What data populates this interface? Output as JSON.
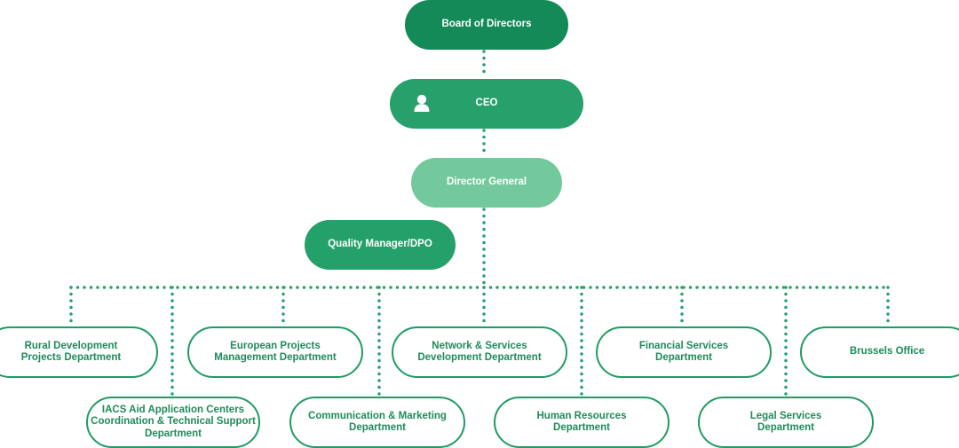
{
  "colors": {
    "line": "#27a06b",
    "board": "#138a57",
    "ceo": "#27a06b",
    "director_general": "#74c99c",
    "quality_manager": "#24a06a",
    "department_border": "#1f9b63",
    "department_text": "#1e8b5a"
  },
  "top": {
    "board": "Board of Directors",
    "ceo": "CEO",
    "ceo_icon": "person-icon",
    "director_general": "Director General",
    "quality_manager": "Quality Manager/DPO"
  },
  "departments": [
    "Rural Development\nProjects Department",
    "IACS Aid Application Centers\nCoordination & Technical Support\nDepartment",
    "European Projects\nManagement Department",
    "Communication & Marketing\nDepartment",
    "Network & Services\nDevelopment Department",
    "Human Resources\nDepartment",
    "Financial Services\nDepartment",
    "Legal Services\nDepartment",
    "Brussels Office"
  ]
}
